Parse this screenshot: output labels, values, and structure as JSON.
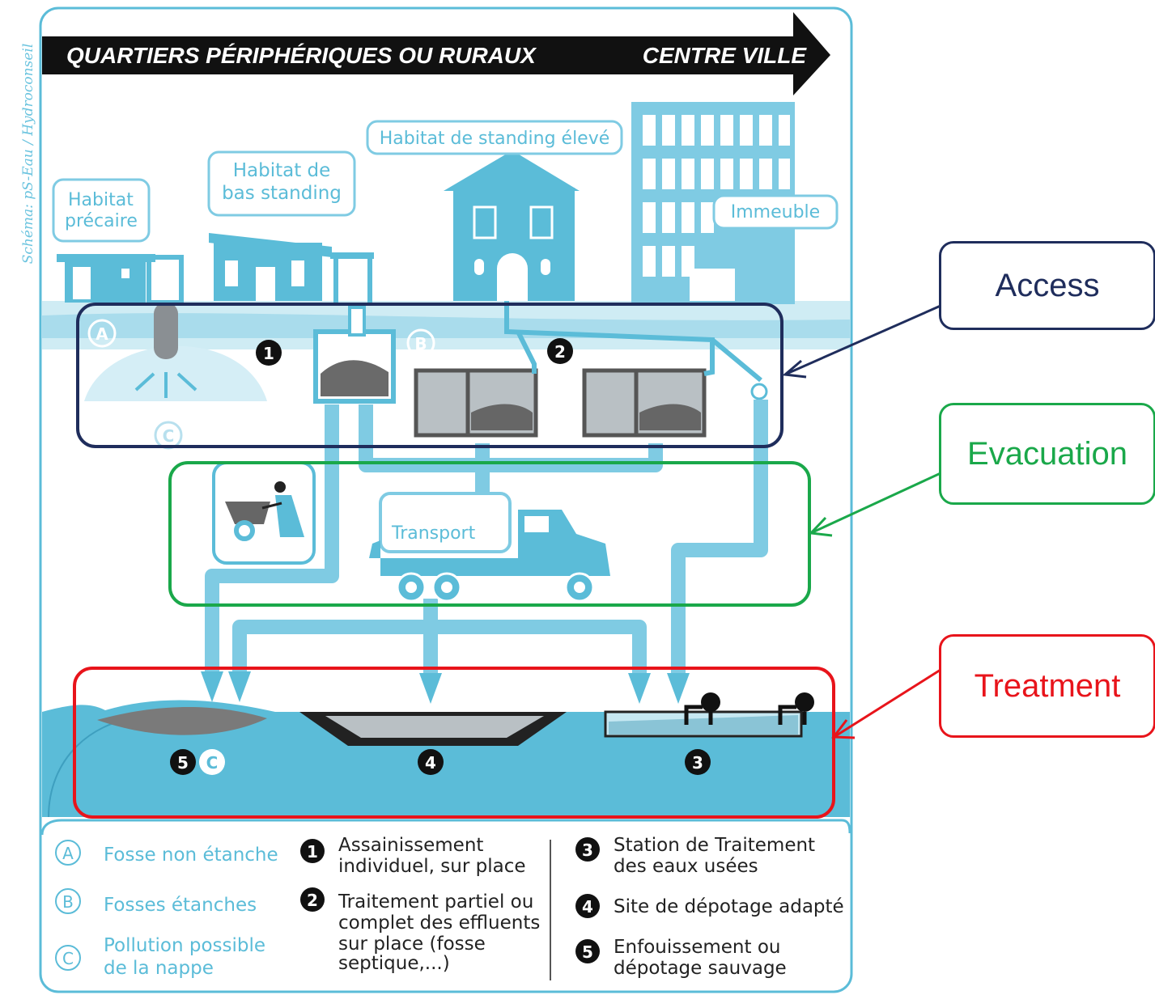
{
  "banner": {
    "left": "QUARTIERS PÉRIPHÉRIQUES OU RURAUX",
    "right": "CENTRE VILLE"
  },
  "credit": "Schéma: pS-Eau / Hydroconseil",
  "buildings": {
    "precaire": [
      "Habitat",
      "précaire"
    ],
    "bas": [
      "Habitat de",
      "bas standing"
    ],
    "eleve": "Habitat de standing élevé",
    "immeuble": "Immeuble"
  },
  "markers": {
    "a": "A",
    "b": "B",
    "c": "C",
    "n1": "1",
    "n2": "2",
    "n3": "3",
    "n4": "4",
    "n5": "5"
  },
  "transport": "Transport",
  "callouts": {
    "access": {
      "label": "Access",
      "color": "#1f2d5c"
    },
    "evacuation": {
      "label": "Evacuation",
      "color": "#1aa84a"
    },
    "treatment": {
      "label": "Treatment",
      "color": "#e8141b"
    }
  },
  "legend": {
    "a": "Fosse non étanche",
    "b": "Fosses étanches",
    "c": [
      "Pollution possible",
      "de la nappe"
    ],
    "n1": [
      "Assainissement",
      "individuel, sur place"
    ],
    "n2": [
      "Traitement partiel ou",
      "complet des effluents",
      "sur place (fosse",
      "septique,...)"
    ],
    "n3": [
      "Station de Traitement",
      "des eaux usées"
    ],
    "n4": "Site de dépotage adapté",
    "n5": [
      "Enfouissement ou",
      "dépotage sauvage"
    ]
  },
  "colors": {
    "blue": "#5bbcd8",
    "light": "#c6e8f2",
    "dark": "#555555",
    "grey": "#b9c0c4"
  }
}
